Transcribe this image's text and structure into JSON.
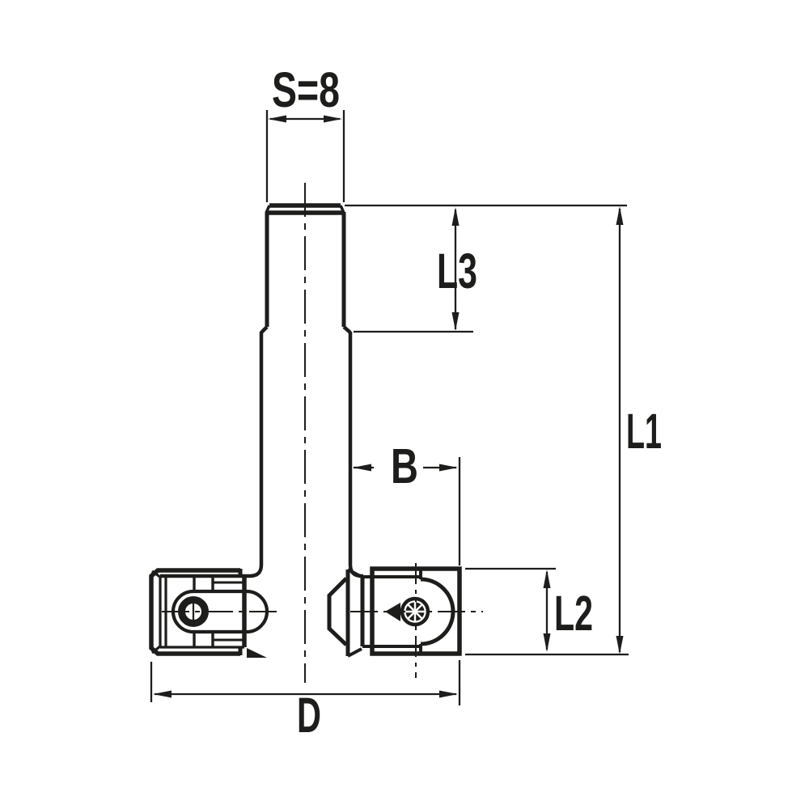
{
  "drawing": {
    "background_color": "#ffffff",
    "line_color": "#1d1d1b",
    "labels": {
      "shank_diameter": "S=8",
      "l3": "L3",
      "l1": "L1",
      "b": "B",
      "l2": "L2",
      "d": "D"
    }
  }
}
